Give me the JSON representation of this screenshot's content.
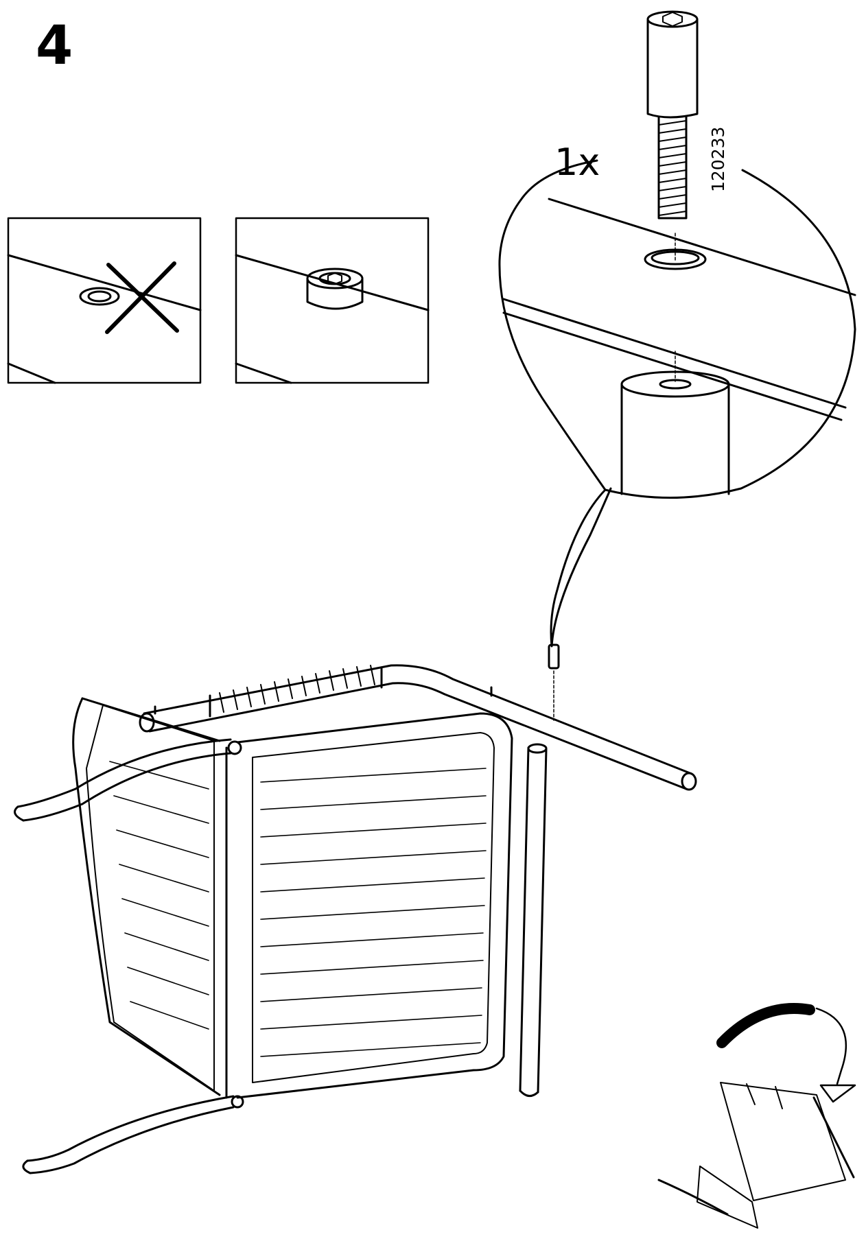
{
  "step": {
    "number": "4"
  },
  "hardware": {
    "quantity": "1x",
    "part_number": "120233"
  },
  "palette": {
    "ink": "#000000",
    "paper": "#ffffff"
  }
}
